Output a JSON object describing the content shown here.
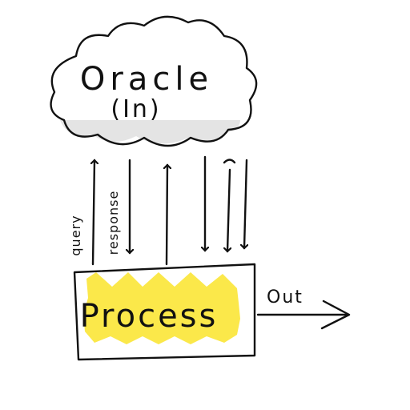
{
  "diagram": {
    "oracle": {
      "title": "Oracle",
      "subtitle": "(In)"
    },
    "process": {
      "label": "Process"
    },
    "arrows": {
      "query_label": "query",
      "response_label": "response",
      "out_label": "Out"
    },
    "colors": {
      "ink": "#111111",
      "highlight": "#fbe84a",
      "cloud_shadow": "#e4e4e4",
      "background": "#ffffff"
    }
  }
}
